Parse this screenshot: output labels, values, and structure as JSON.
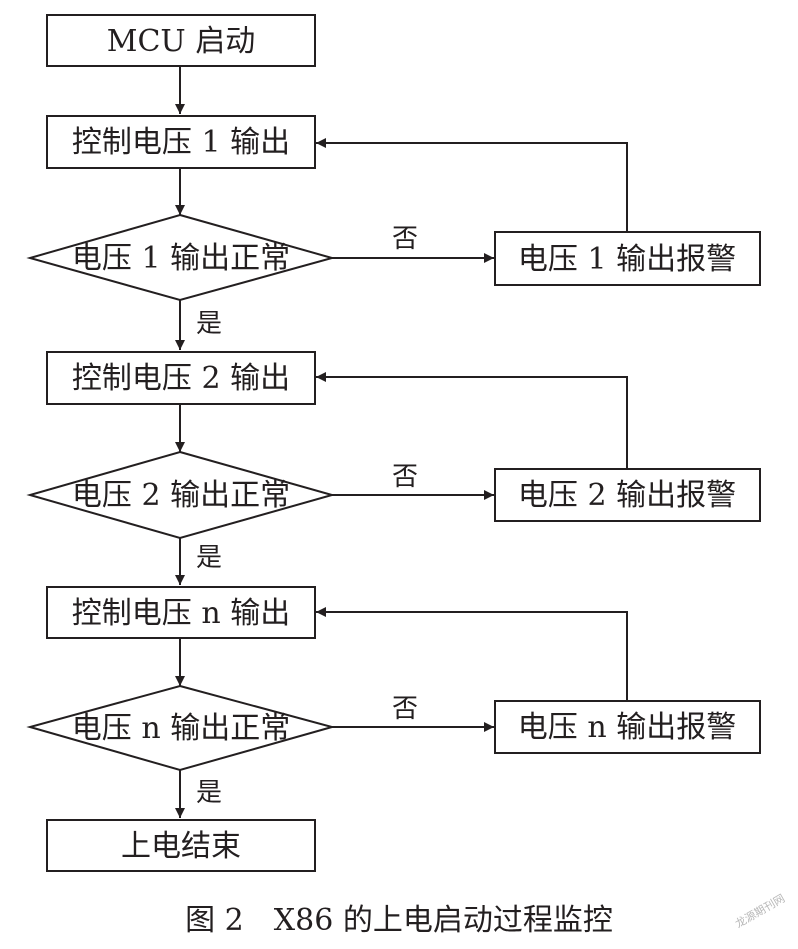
{
  "nodes": {
    "start": "MCU 启动",
    "ctrl_1": "控制电压 1 输出",
    "check_1": "电压 1 输出正常",
    "alarm_1": "电压 1 输出报警",
    "ctrl_2": "控制电压 2 输出",
    "check_2": "电压 2 输出正常",
    "alarm_2": "电压 2 输出报警",
    "ctrl_n": "控制电压 n 输出",
    "check_n": "电压 n 输出正常",
    "alarm_n": "电压 n 输出报警",
    "end": "上电结束"
  },
  "edges": {
    "no_1": "否",
    "yes_1": "是",
    "no_2": "否",
    "yes_2": "是",
    "no_n": "否",
    "yes_n": "是"
  },
  "caption": "图 2　X86 的上电启动过程监控",
  "watermark": "龙源期刊网"
}
